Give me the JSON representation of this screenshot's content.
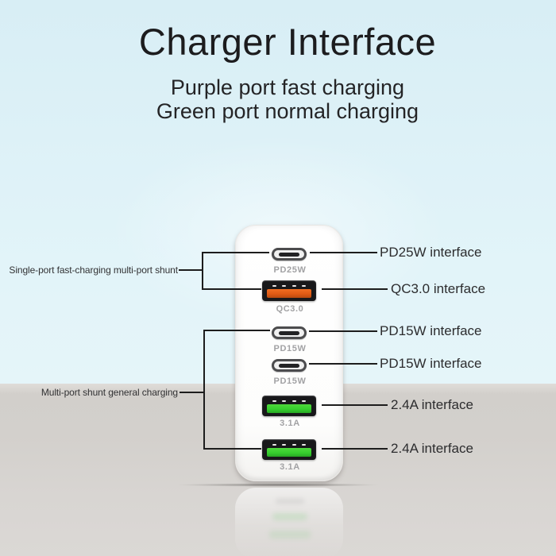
{
  "title": "Charger Interface",
  "subtitle": {
    "line1": "Purple port fast charging",
    "line2": "Green port normal charging"
  },
  "left_labels": {
    "fast_group": "Single-port fast-charging multi-port shunt",
    "normal_group": "Multi-port shunt general charging"
  },
  "ports": [
    {
      "type": "usb-c",
      "label": "PD25W",
      "interface_label": "PD25W interface",
      "charging": "fast"
    },
    {
      "type": "usb-a",
      "label": "QC3.0",
      "interface_label": "QC3.0 interface",
      "charging": "fast"
    },
    {
      "type": "usb-c",
      "label": "PD15W",
      "interface_label": "PD15W interface",
      "charging": "fast"
    },
    {
      "type": "usb-c",
      "label": "PD15W",
      "interface_label": "PD15W interface",
      "charging": "fast"
    },
    {
      "type": "usb-a",
      "label": "3.1A",
      "interface_label": "2.4A interface",
      "charging": "normal"
    },
    {
      "type": "usb-a",
      "label": "3.1A",
      "interface_label": "2.4A interface",
      "charging": "normal"
    }
  ],
  "colors": {
    "background_sky": "#dcf0f6",
    "background_floor": "#d4d1cd",
    "fast_usb_a_tongue": "#e05a14",
    "normal_usb_a_tongue": "#37cf2e",
    "connector_line": "#1d1d1d",
    "title_text": "#1c1c1e",
    "port_label_text": "#a2a2a4"
  }
}
